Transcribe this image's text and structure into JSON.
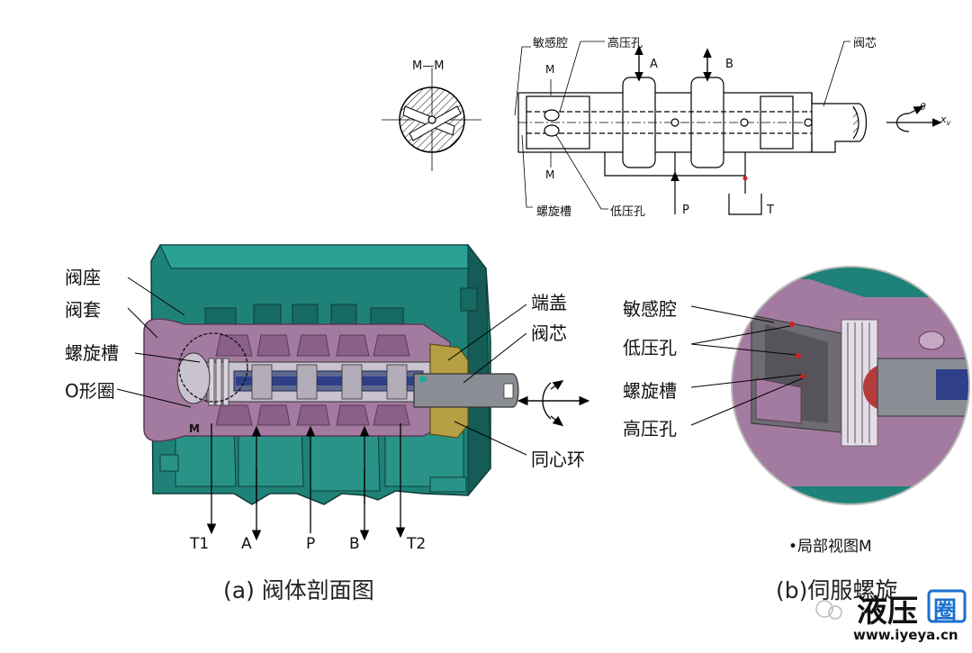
{
  "schematic": {
    "section_label": "M—M",
    "sensitive_cavity": "敏感腔",
    "high_pressure_hole": "高压孔",
    "port_a": "A",
    "port_b": "B",
    "spool": "阀芯",
    "m_top": "M",
    "m_bottom": "M",
    "spiral_groove": "螺旋槽",
    "low_pressure_hole": "低压孔",
    "port_p": "P",
    "port_t": "T",
    "theta": "θ",
    "xv": "x",
    "xv_sub": "v"
  },
  "section_view": {
    "valve_seat": "阀座",
    "valve_sleeve": "阀套",
    "spiral_groove": "螺旋槽",
    "o_ring": "O形圈",
    "end_cap": "端盖",
    "spool": "阀芯",
    "concentric_ring": "同心环",
    "m_marker": "M",
    "ports": [
      "T1",
      "A",
      "P",
      "B",
      "T2"
    ]
  },
  "detail_view": {
    "sensitive_cavity": "敏感腔",
    "low_pressure_hole": "低压孔",
    "spiral_groove": "螺旋槽",
    "high_pressure_hole": "高压孔",
    "title": "•局部视图M"
  },
  "captions": {
    "a": "(a)  阀体剖面图",
    "b": "(b)伺服螺旋"
  },
  "watermark": {
    "brand_1": "液压",
    "brand_2": "圈",
    "url": "www.iyeya.cn"
  },
  "colors": {
    "teal": "#1f8278",
    "teal_dark": "#145c55",
    "sleeve": "#a47ba0",
    "spool_grey": "#8b8d95",
    "blue": "#2f3f88",
    "gold": "#b7a043",
    "brand_blue": "#1a6fd0"
  }
}
